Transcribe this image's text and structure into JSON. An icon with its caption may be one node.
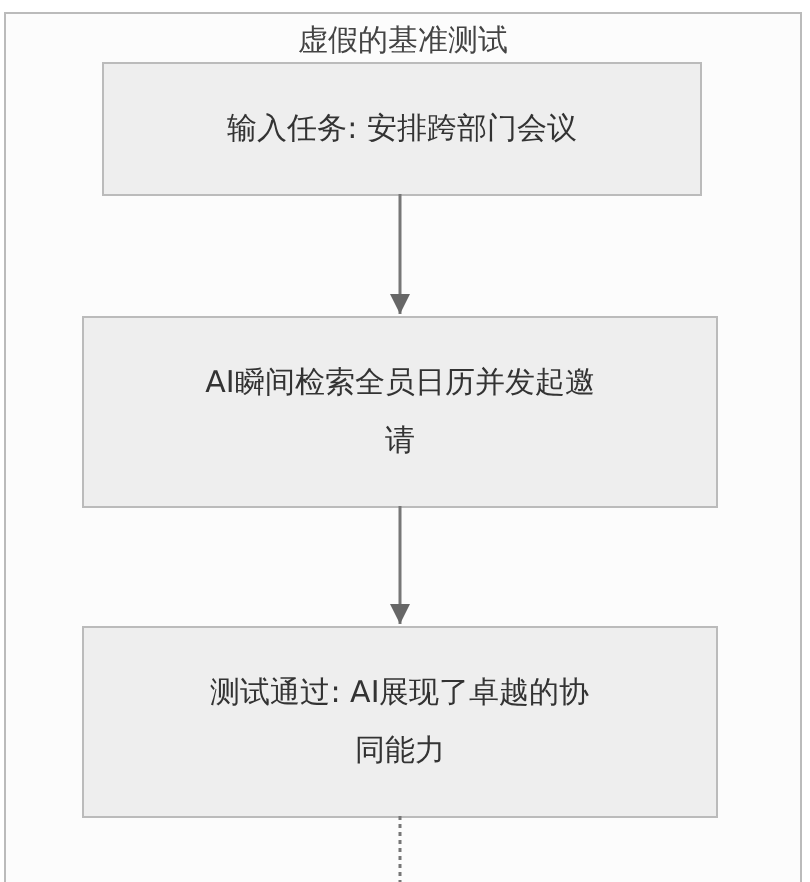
{
  "diagram": {
    "nodes": [
      {
        "text": [
          "虚假的基准测试"
        ]
      },
      {
        "text": [
          "输入任务: 安排跨部门会议"
        ],
        "in": 0
      },
      {
        "text": [
          "AI瞬间检索全员日历并发起邀请"
        ],
        "in": 0
      },
      {
        "text": [
          "测试通过: AI展现了卓越的协同能力"
        ],
        "in": 0
      }
    ],
    "edges": [
      {
        "from": 1,
        "to": 2,
        "arrow": "to"
      },
      {
        "from": 2,
        "to": 3,
        "arrow": "to"
      },
      {
        "from": 3,
        "to": null,
        "arrow": "none",
        "style": "dashed"
      }
    ]
  }
}
